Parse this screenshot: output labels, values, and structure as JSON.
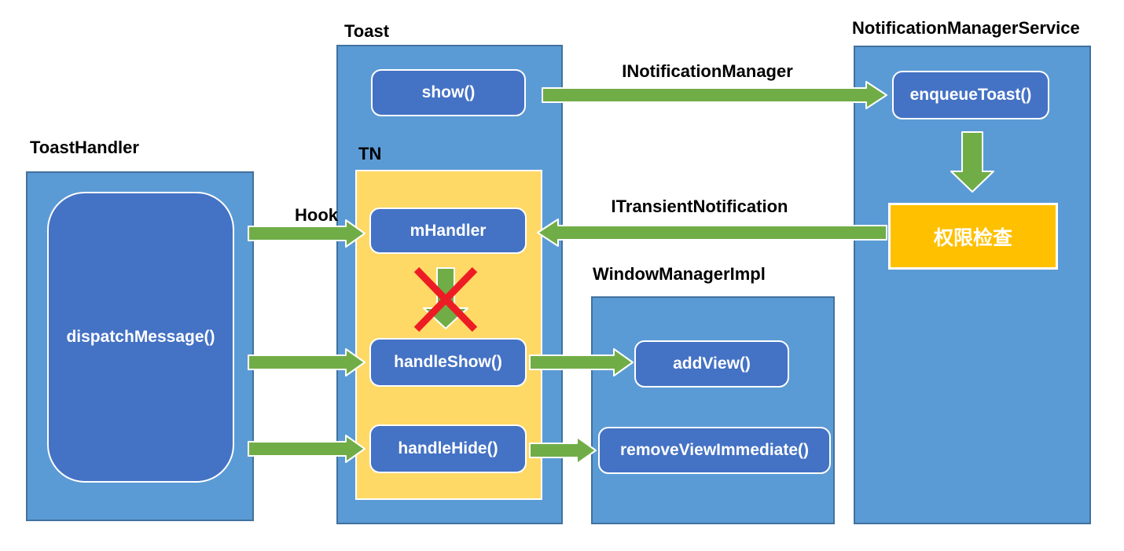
{
  "diagram_title": "Toast hook flow diagram",
  "colors": {
    "container_blue": "#5b9bd5",
    "container_border": "#41719c",
    "method_blue": "#4472c4",
    "tn_yellow": "#ffd966",
    "permission_orange": "#ffc000",
    "arrow_green": "#70ad47",
    "cross_red": "#ed1c24",
    "text_black": "#000000",
    "text_white": "#ffffff"
  },
  "nodes": {
    "toast_handler": {
      "title": "ToastHandler",
      "dispatch_message": "dispatchMessage()"
    },
    "toast": {
      "title": "Toast",
      "show": "show()",
      "tn_label": "TN",
      "mhandler": "mHandler",
      "handle_show": "handleShow()",
      "handle_hide": "handleHide()"
    },
    "window_manager": {
      "title": "WindowManagerImpl",
      "add_view": "addView()",
      "remove_view_immediate": "removeViewImmediate()"
    },
    "notification_manager": {
      "title": "NotificationManagerService",
      "enqueue_toast": "enqueueToast()",
      "permission_check": "权限检查"
    }
  },
  "edges": {
    "hook_label": "Hook",
    "inotification_manager_label": "INotificationManager",
    "itransient_notification_label": "ITransientNotification"
  }
}
